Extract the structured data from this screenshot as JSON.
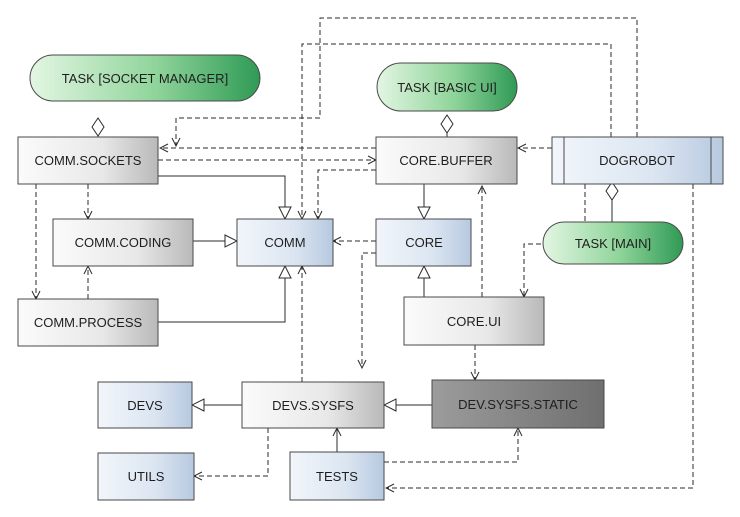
{
  "nodes": {
    "task_socket_manager": "TASK [SOCKET MANAGER]",
    "task_basic_ui": "TASK [BASIC UI]",
    "task_main": "TASK [MAIN]",
    "comm_sockets": "COMM.SOCKETS",
    "core_buffer": "CORE.BUFFER",
    "dogrobot": "DOGROBOT",
    "comm_coding": "COMM.CODING",
    "comm": "COMM",
    "core": "CORE",
    "comm_process": "COMM.PROCESS",
    "core_ui": "CORE.UI",
    "devs": "DEVS",
    "devs_sysfs": "DEVS.SYSFS",
    "dev_sysfs_static": "DEV.SYSFS.STATIC",
    "utils": "UTILS",
    "tests": "TESTS"
  }
}
